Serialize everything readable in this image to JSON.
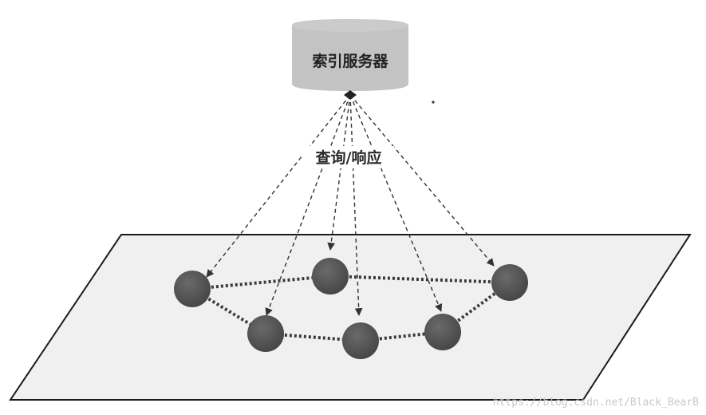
{
  "server": {
    "label": "索引服务器"
  },
  "edge_label": "查询/响应",
  "watermark": "https://blog.csdn.net/Black_BearB",
  "colors": {
    "server_fill": "#c3c3c3",
    "plane_fill": "#f0f0f0",
    "node_fill": "#5a5a5a",
    "line": "#333333"
  }
}
